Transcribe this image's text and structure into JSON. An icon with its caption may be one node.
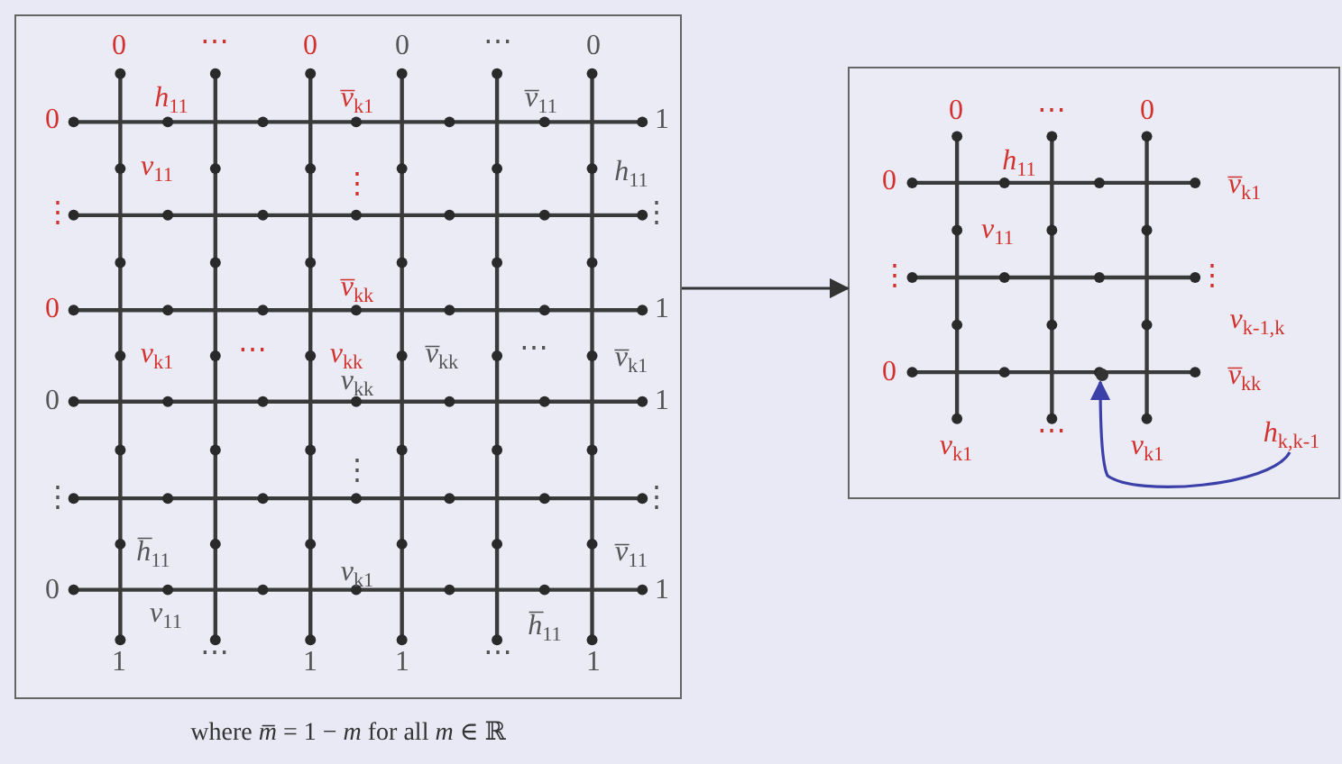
{
  "diagram": {
    "caption": "where *m̅* = 1 − *m* for all *m* ∈ ℝ",
    "nodes": [
      {
        "text": [],
        "shape": "box"
      },
      {
        "text": [],
        "shape": "box"
      },
      {
        "text": [
          "*h*$_{k,k-1}$"
        ],
        "in": 1
      },
      {
        "text": [],
        "shape": "circle",
        "in": 1
      }
    ],
    "edges": [
      {
        "from": 0,
        "to": 1,
        "arrow": "to"
      },
      {
        "from": 2,
        "to": 3,
        "arrow": "to",
        "color": "#3b3fa8"
      }
    ],
    "labels": [
      "0",
      "⋯",
      "0",
      "0",
      "⋯",
      "0",
      "0",
      "*h*$_{11}$",
      "*v̅*$_{k1}$",
      "*v̅*$_{11}$",
      "1",
      "*v*$_{11}$",
      "⋮",
      "*h*$_{11}$",
      "⋮",
      "⋮",
      "0",
      "*v̅*$_{kk}$",
      "1",
      "*v*$_{k1}$",
      "⋯",
      "*v*$_{kk}$",
      "*v̅*$_{kk}$",
      "⋯",
      "*v̅*$_{k1}$",
      "*v*$_{kk}$",
      "0",
      "1",
      "⋮",
      "⋮",
      "⋮",
      "*h̅*$_{11}$",
      "*v̅*$_{11}$",
      "*v*$_{k1}$",
      "0",
      "1",
      "*v*$_{11}$",
      "*h̅*$_{11}$",
      "1",
      "⋯",
      "1",
      "1",
      "⋯",
      "1",
      "0",
      "⋯",
      "0",
      "0",
      "*h*$_{11}$",
      "*v̅*$_{k1}$",
      "*v*$_{11}$",
      "⋮",
      "⋮",
      "*v*$_{k-1,k}$",
      "0",
      "*v̅*$_{kk}$",
      "*v*$_{k1}$",
      "⋯",
      "*v*$_{k1}$"
    ]
  }
}
